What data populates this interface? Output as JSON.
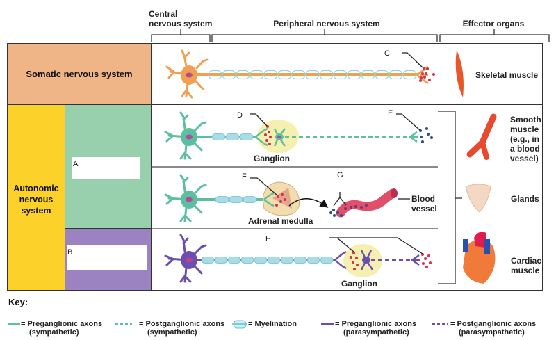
{
  "headers": {
    "central": [
      "Central",
      "nervous system"
    ],
    "peripheral": "Peripheral nervous system",
    "effector": "Effector organs"
  },
  "rows": {
    "somatic": "Somatic nervous system",
    "autonomic": [
      "Autonomic",
      "nervous",
      "system"
    ]
  },
  "blanks": {
    "a": "A",
    "b": "B"
  },
  "letters": {
    "c": "C",
    "d": "D",
    "e": "E",
    "f": "F",
    "g": "G",
    "h": "H"
  },
  "structures": {
    "ganglion_sym": "Ganglion",
    "adrenal": "Adrenal medulla",
    "blood_vessel": [
      "Blood",
      "vessel"
    ],
    "ganglion_para": "Ganglion"
  },
  "organs": {
    "skeletal": "Skeletal muscle",
    "smooth": [
      "Smooth",
      "muscle",
      "(e.g., in",
      "a blood",
      "vessel)"
    ],
    "glands": "Glands",
    "cardiac": [
      "Cardiac",
      "muscle"
    ]
  },
  "key": {
    "title": "Key:",
    "items": [
      {
        "line1": "= Preganglionic axons",
        "line2": "(sympathetic)",
        "icon": "solid-green-line"
      },
      {
        "line1": "= Postganglionic axons",
        "line2": "(sympathetic)",
        "icon": "dashed-green-line"
      },
      {
        "line1": "= Myelination",
        "line2": "",
        "icon": "myelin-sheath"
      },
      {
        "line1": "= Preganglionic axons",
        "line2": "(parasympathetic)",
        "icon": "solid-purple-line"
      },
      {
        "line1": "= Postganglionic axons",
        "line2": "(parasympathetic)",
        "icon": "dashed-purple-line"
      }
    ]
  },
  "colors": {
    "somatic_bg": "#f0b587",
    "autonomic_bg": "#fcd22a",
    "sympathetic_bg": "#98cfad",
    "parasympathetic_bg": "#9b82c0",
    "somatic_neuron": "#f0a050",
    "sympathetic_neuron": "#5cbf9f",
    "parasympathetic_neuron": "#6a4fae",
    "myelin": "#8fd3e0",
    "ach": "#d63050",
    "ne": "#2a4f8f",
    "ganglion_bg": "#f5f0b0"
  }
}
